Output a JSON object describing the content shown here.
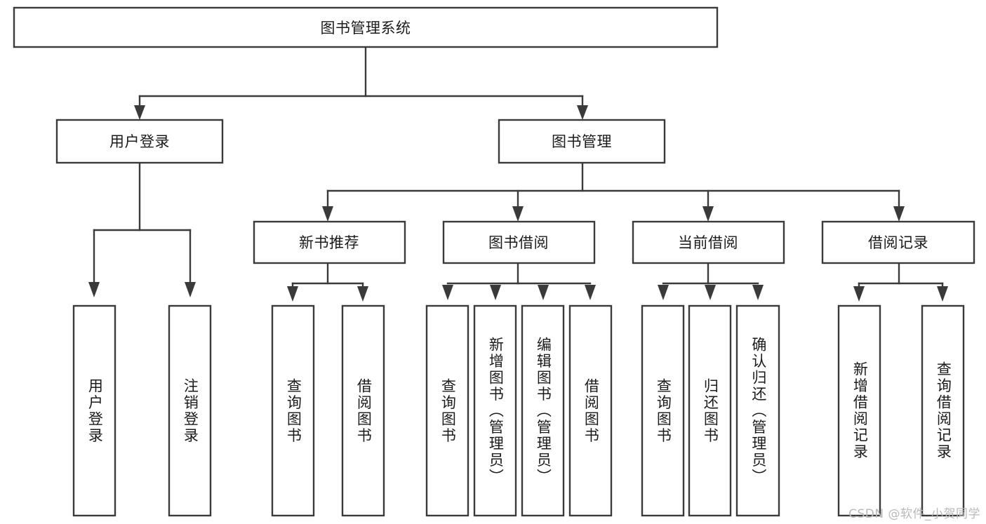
{
  "diagram": {
    "type": "tree-hierarchy",
    "title": "图书管理系统",
    "orientation": "top-down",
    "colors": {
      "box_stroke": "#3a3a3a",
      "box_fill": "#ffffff",
      "connector": "#3a3a3a",
      "text": "#1b1b1b",
      "watermark": "#b9b9b9",
      "background": "#ffffff"
    },
    "root": {
      "id": "root",
      "label": "图书管理系统"
    },
    "level2": [
      {
        "id": "n-user-login",
        "label": "用户登录"
      },
      {
        "id": "n-book-mgmt",
        "label": "图书管理"
      }
    ],
    "level3": [
      {
        "id": "n-new-book-rec",
        "label": "新书推荐",
        "parent": "n-book-mgmt"
      },
      {
        "id": "n-book-borrow",
        "label": "图书借阅",
        "parent": "n-book-mgmt"
      },
      {
        "id": "n-current-borrow",
        "label": "当前借阅",
        "parent": "n-book-mgmt"
      },
      {
        "id": "n-borrow-record",
        "label": "借阅记录",
        "parent": "n-book-mgmt"
      }
    ],
    "leaves": [
      {
        "id": "leaf-user-login",
        "label": "用户登录",
        "parent": "n-user-login"
      },
      {
        "id": "leaf-logout-login",
        "label": "注销登录",
        "parent": "n-user-login"
      },
      {
        "id": "leaf-query-book-1",
        "label": "查询图书",
        "parent": "n-new-book-rec"
      },
      {
        "id": "leaf-borrow-book-1",
        "label": "借阅图书",
        "parent": "n-new-book-rec"
      },
      {
        "id": "leaf-query-book-2",
        "label": "查询图书",
        "parent": "n-book-borrow"
      },
      {
        "id": "leaf-add-book",
        "label": "新增图书（管理员）",
        "parent": "n-book-borrow"
      },
      {
        "id": "leaf-edit-book",
        "label": "编辑图书（管理员）",
        "parent": "n-book-borrow"
      },
      {
        "id": "leaf-borrow-book-2",
        "label": "借阅图书",
        "parent": "n-book-borrow"
      },
      {
        "id": "leaf-query-book-3",
        "label": "查询图书",
        "parent": "n-current-borrow"
      },
      {
        "id": "leaf-return-book",
        "label": "归还图书",
        "parent": "n-current-borrow"
      },
      {
        "id": "leaf-confirm-return",
        "label": "确认归还（管理员）",
        "parent": "n-current-borrow"
      },
      {
        "id": "leaf-add-record",
        "label": "新增借阅记录",
        "parent": "n-borrow-record"
      },
      {
        "id": "leaf-query-record",
        "label": "查询借阅记录",
        "parent": "n-borrow-record"
      }
    ]
  },
  "watermark": {
    "text": "CSDN @软件_小贺同学"
  }
}
